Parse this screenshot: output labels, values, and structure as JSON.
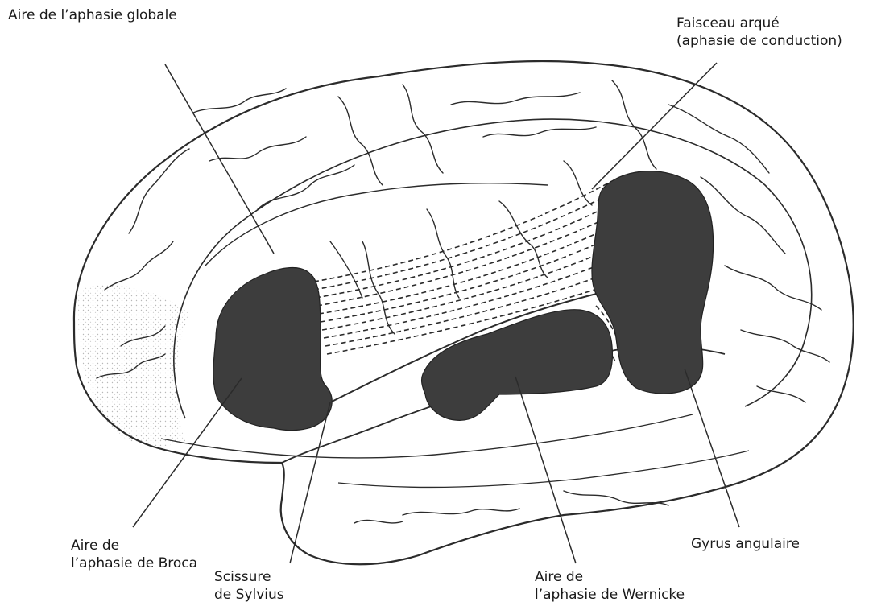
{
  "labels": {
    "global": {
      "lines": [
        "Aire de l’aphasie globale"
      ]
    },
    "arque": {
      "lines": [
        "Faisceau arqué",
        "(aphasie de conduction)"
      ]
    },
    "broca": {
      "lines": [
        "Aire de",
        "l’aphasie de Broca"
      ]
    },
    "sylvius": {
      "lines": [
        "Scissure",
        "de Sylvius"
      ]
    },
    "wernicke": {
      "lines": [
        "Aire de",
        "l’aphasie de Wernicke"
      ]
    },
    "gyrus": {
      "lines": [
        "Gyrus angulaire"
      ]
    }
  },
  "colors": {
    "outline": "#2b2b2b",
    "area_fill": "#3d3d3d",
    "stipple": "#b8b8b8",
    "text": "#1a1a1a"
  }
}
